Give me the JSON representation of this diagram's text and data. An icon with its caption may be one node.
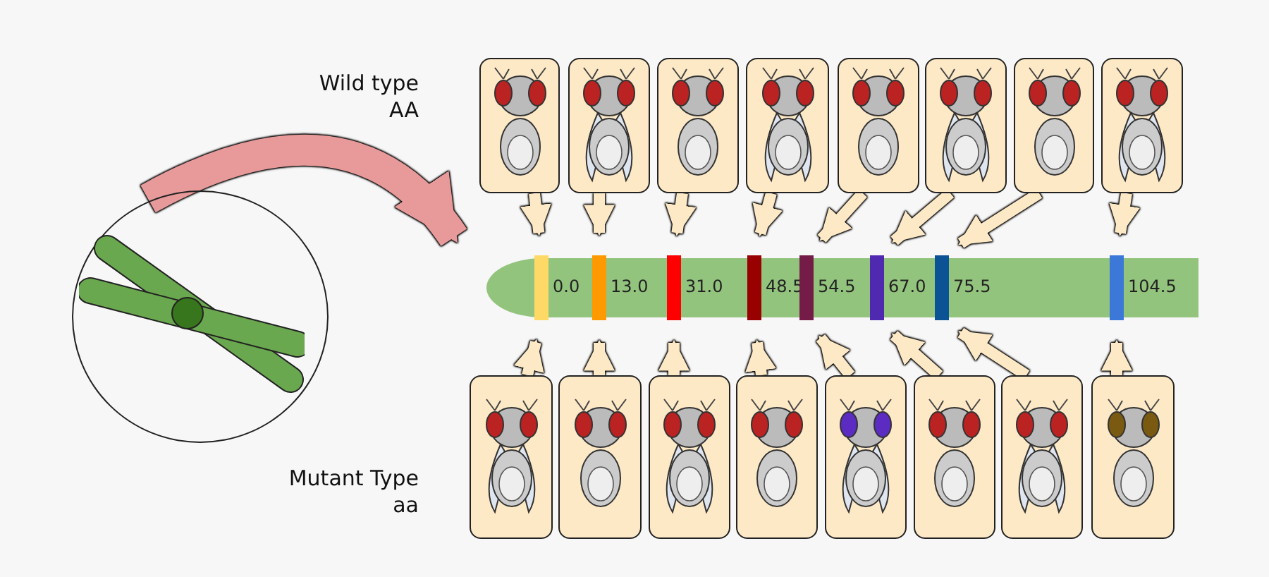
{
  "diagram": {
    "nodes": [
      {
        "text": [],
        "shape": "picture"
      },
      {
        "text": [],
        "shape": "picture"
      },
      {
        "text": [],
        "shape": "picture"
      },
      {
        "text": [],
        "shape": "picture"
      },
      {
        "text": [],
        "shape": "picture"
      },
      {
        "text": [],
        "shape": "picture"
      },
      {
        "text": [],
        "shape": "picture"
      },
      {
        "text": [],
        "shape": "picture"
      },
      {
        "text": [],
        "shape": "circle"
      },
      {
        "text": [],
        "shape": "bar"
      },
      {
        "text": [],
        "shape": "bar",
        "in": 9,
        "beside": [
          "0.0"
        ]
      },
      {
        "text": [],
        "shape": "bar",
        "in": 9,
        "beside": [
          "13.0"
        ]
      },
      {
        "text": [],
        "shape": "bar",
        "in": 9,
        "beside": [
          "31.0"
        ]
      },
      {
        "text": [],
        "shape": "bar",
        "in": 9,
        "beside": [
          "48.5"
        ]
      },
      {
        "text": [],
        "shape": "bar",
        "in": 9,
        "beside": [
          "54.5"
        ]
      },
      {
        "text": [],
        "shape": "bar",
        "in": 9,
        "beside": [
          "67.0"
        ]
      },
      {
        "text": [],
        "shape": "bar",
        "in": 9,
        "beside": [
          "75.5"
        ]
      },
      {
        "text": [],
        "shape": "bar",
        "in": 9,
        "beside": [
          "104.5"
        ]
      },
      {
        "text": [],
        "shape": "picture"
      },
      {
        "text": [],
        "shape": "picture"
      },
      {
        "text": [],
        "shape": "picture"
      },
      {
        "text": [],
        "shape": "picture"
      },
      {
        "text": [],
        "shape": "picture"
      },
      {
        "text": [],
        "shape": "picture"
      },
      {
        "text": [],
        "shape": "picture"
      },
      {
        "text": [],
        "shape": "picture"
      }
    ],
    "edges": [
      {
        "from": 8,
        "to": 9,
        "arrow": "to",
        "style": "thick",
        "color": "#e89a9a"
      },
      {
        "from": 0,
        "to": 10,
        "arrow": "to"
      },
      {
        "from": 1,
        "to": 11,
        "arrow": "to"
      },
      {
        "from": 2,
        "to": 12,
        "arrow": "to"
      },
      {
        "from": 3,
        "to": 13,
        "arrow": "to"
      },
      {
        "from": 4,
        "to": 14,
        "arrow": "to"
      },
      {
        "from": 5,
        "to": 15,
        "arrow": "to"
      },
      {
        "from": 6,
        "to": 16,
        "arrow": "to"
      },
      {
        "from": 7,
        "to": 17,
        "arrow": "to"
      },
      {
        "from": 18,
        "to": 10,
        "arrow": "to"
      },
      {
        "from": 19,
        "to": 11,
        "arrow": "to"
      },
      {
        "from": 20,
        "to": 12,
        "arrow": "to"
      },
      {
        "from": 21,
        "to": 13,
        "arrow": "to"
      },
      {
        "from": 22,
        "to": 14,
        "arrow": "to"
      },
      {
        "from": 23,
        "to": 15,
        "arrow": "to"
      },
      {
        "from": 24,
        "to": 16,
        "arrow": "to"
      },
      {
        "from": 25,
        "to": 17,
        "arrow": "to"
      }
    ],
    "labels": [
      "Wild type",
      "AA",
      "Mutant Type",
      "aa"
    ]
  }
}
